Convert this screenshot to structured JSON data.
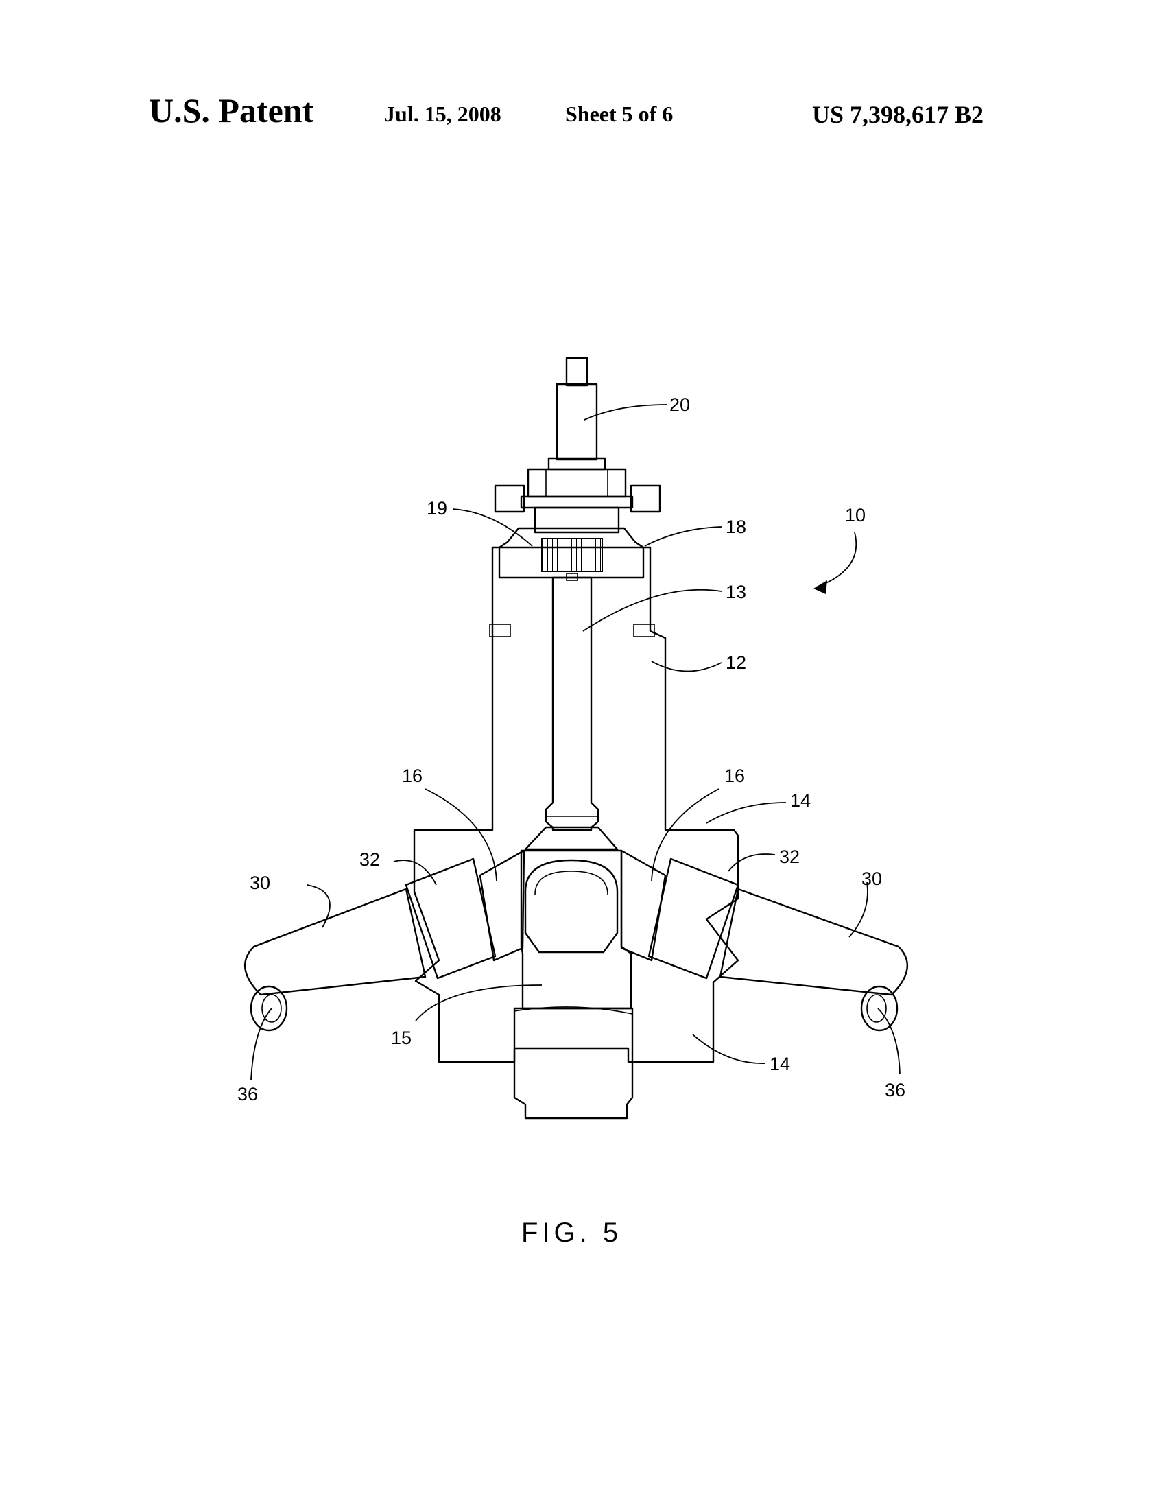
{
  "header": {
    "title": "U.S. Patent",
    "date": "Jul. 15, 2008",
    "sheet": "Sheet 5 of 6",
    "patent_number": "US 7,398,617 B2"
  },
  "figure": {
    "caption": "FIG. 5",
    "reference_numerals": {
      "r20": "20",
      "r19": "19",
      "r18": "18",
      "r10": "10",
      "r13": "13",
      "r12": "12",
      "r16_left": "16",
      "r16_right": "16",
      "r14_upper": "14",
      "r32_left": "32",
      "r32_right": "32",
      "r30_left": "30",
      "r30_right": "30",
      "r15": "15",
      "r14_lower": "14",
      "r36_left": "36",
      "r36_right": "36"
    }
  }
}
